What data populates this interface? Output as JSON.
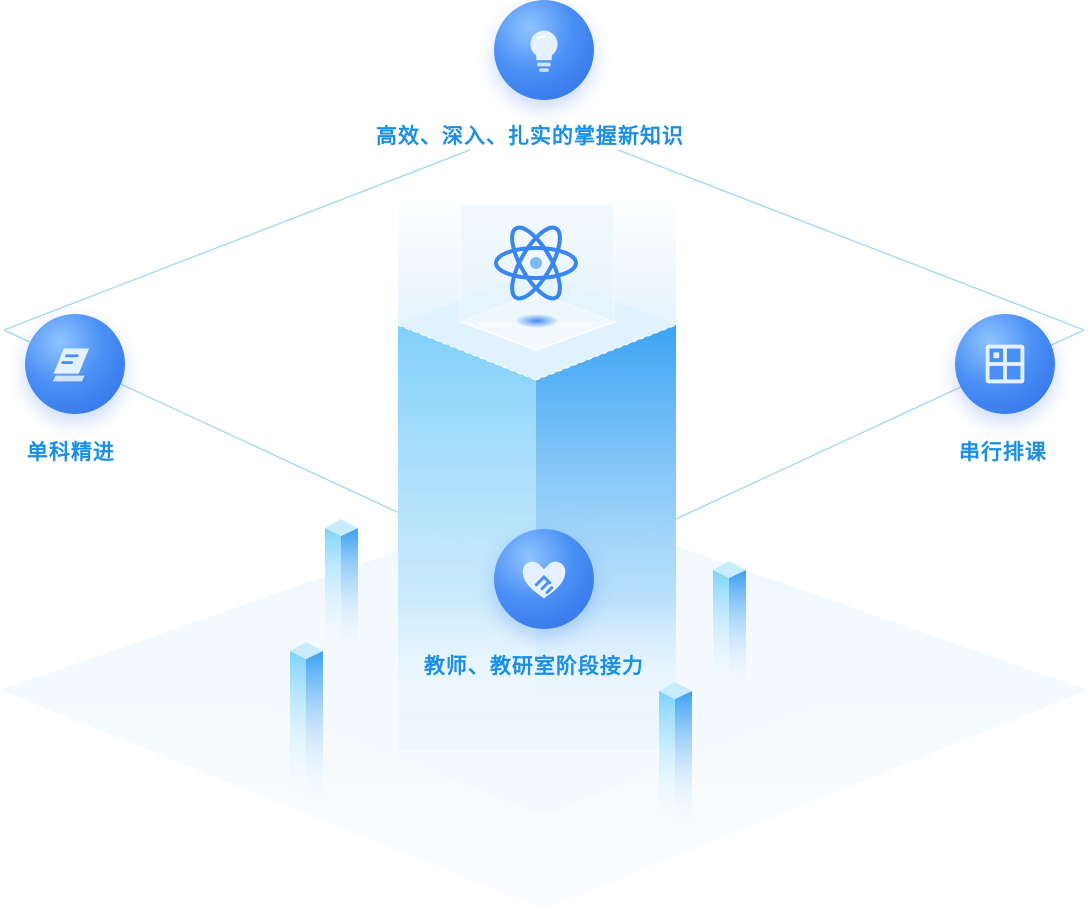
{
  "nodes": {
    "top": {
      "label": "高效、深入、扎实的掌握新知识",
      "icon": "lightbulb-icon"
    },
    "left": {
      "label": "单科精进",
      "icon": "book-icon"
    },
    "right": {
      "label": "串行排课",
      "icon": "grid-schedule-icon"
    },
    "bottom": {
      "label": "教师、教研室阶段接力",
      "icon": "handshake-heart-icon"
    },
    "center": {
      "icon": "atom-icon"
    }
  },
  "colors": {
    "accent": "#1a8fe3",
    "node": "#3b7ff0",
    "pillar": "#4aaaf7",
    "line": "#9fd8f2"
  }
}
